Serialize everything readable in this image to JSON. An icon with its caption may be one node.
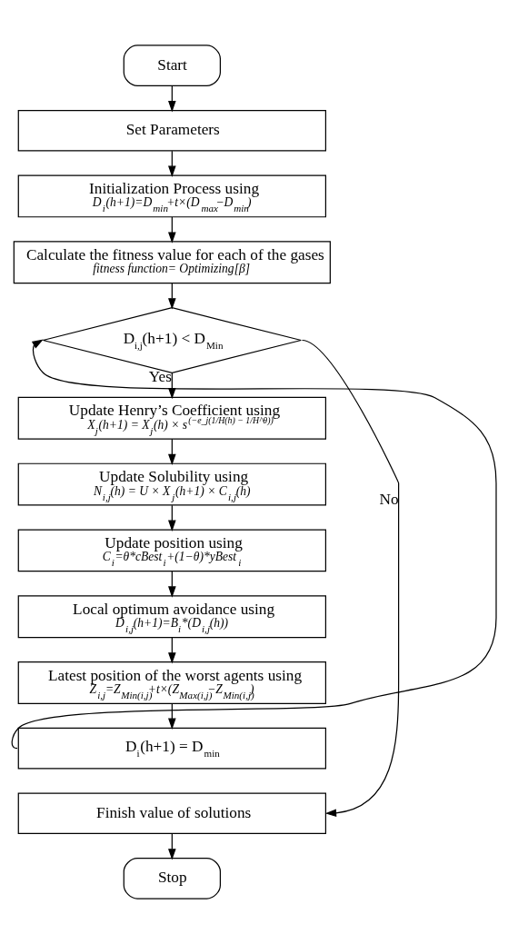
{
  "diagram": {
    "nodes": [
      {
        "text": [
          "Start"
        ]
      },
      {
        "text": [
          "Set Parameters"
        ]
      },
      {
        "text": [
          "Initialization Process using",
          "D$_{i}$(h+1)=D$_{min}$+t×(D$_{max}$−D$_{min}$)"
        ]
      },
      {
        "text": [
          "Calculate the fitness value for each of the gases",
          "fitness function= Optimizing[β]"
        ]
      },
      {
        "text": [
          "D$_{i,j}$(h+1) < D$_{Min}$"
        ]
      },
      {
        "text": [
          "Update Henry’s Coefficient using",
          "X$_{j}$(h+1) = X$_{j}$(h) × s$^{(−e_j(1/H(h) − 1/H^θ))}$"
        ]
      },
      {
        "text": [
          "Update Solubility using",
          "N$_{i,j}$(h) = U × X$_{j}$(h+1) × C$_{i,j}$(h)"
        ]
      },
      {
        "text": [
          "Update position using",
          "C$_{i}$=θ*cBest$_{i}$+(1−θ)*yBest$_{i}$"
        ]
      },
      {
        "text": [
          "Local optimum avoidance using",
          "D$_{i,j}$(h+1)=B$_{i}$*(D$_{i,j}$(h))"
        ]
      },
      {
        "text": [
          "Latest position of the worst agents using",
          "Z$_{i,j}$=Z$_{Min(i,j)}$+t×(Z$_{Max(i,j)}$−Z$_{Min(i,j)}$)"
        ]
      },
      {
        "text": [
          "D$_{i}$(h+1) = D$_{min}$"
        ]
      },
      {
        "text": [
          "Finish value of solutions"
        ]
      },
      {
        "text": [
          "Stop"
        ]
      }
    ],
    "edges": [
      {
        "from": 0,
        "to": 1,
        "arrow": "to"
      },
      {
        "from": 1,
        "to": 2,
        "arrow": "to"
      },
      {
        "from": 2,
        "to": 3,
        "arrow": "to"
      },
      {
        "from": 3,
        "to": 4,
        "arrow": "to"
      },
      {
        "from": 4,
        "to": 5,
        "arrow": "to",
        "label": "Yes"
      },
      {
        "from": 5,
        "to": 6,
        "arrow": "to"
      },
      {
        "from": 6,
        "to": 7,
        "arrow": "to"
      },
      {
        "from": 7,
        "to": 8,
        "arrow": "to"
      },
      {
        "from": 8,
        "to": 9,
        "arrow": "to"
      },
      {
        "from": 9,
        "to": 10,
        "arrow": "to"
      },
      {
        "from": 10,
        "to": 4,
        "arrow": "to"
      },
      {
        "from": 4,
        "to": 11,
        "arrow": "to",
        "label": "No"
      },
      {
        "from": 11,
        "to": 12,
        "arrow": "to"
      }
    ]
  }
}
